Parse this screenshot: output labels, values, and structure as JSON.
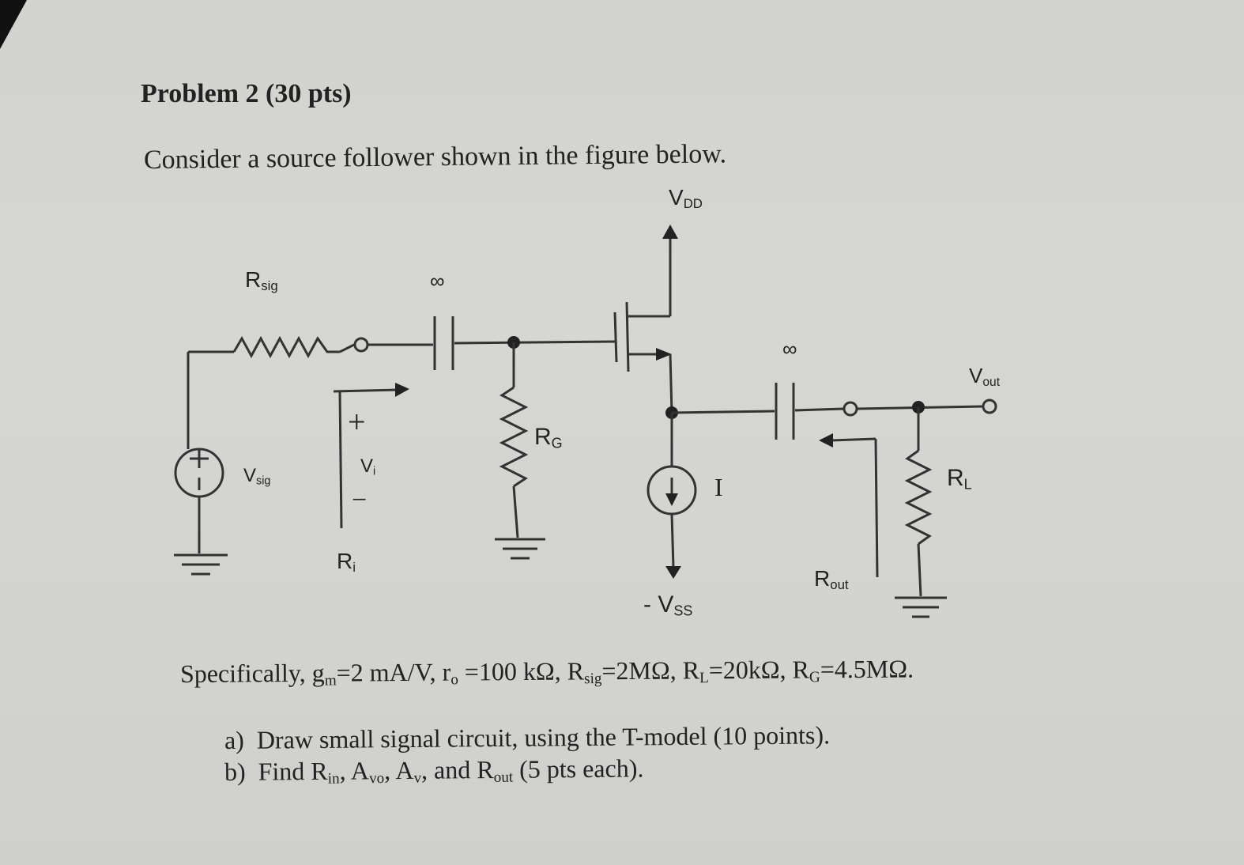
{
  "problem": {
    "title": "Problem 2 (30 pts)",
    "intro": "Consider a source follower shown in the figure below."
  },
  "circuit": {
    "vdd_label": {
      "main": "V",
      "sub": "DD"
    },
    "rsig_label": {
      "main": "R",
      "sub": "sig"
    },
    "vsig_label": {
      "main": "V",
      "sub": "sig"
    },
    "cap_in_label": "∞",
    "cap_out_label": "∞",
    "vi_plus": "+",
    "vi_minus": "−",
    "vi_label": {
      "main": "V",
      "sub": "i"
    },
    "ri_label": {
      "main": "R",
      "sub": "i"
    },
    "rg_label": {
      "main": "R",
      "sub": "G"
    },
    "current_label": "I",
    "vss_label": {
      "main": "- V",
      "sub": "SS"
    },
    "rout_label": {
      "main": "R",
      "sub": "out"
    },
    "rl_label": {
      "main": "R",
      "sub": "L"
    },
    "vout_label": {
      "main": "V",
      "sub": "out"
    }
  },
  "specs": {
    "lead": "Specifically, ",
    "gm": {
      "main": "g",
      "sub": "m",
      "value": "=2 mA/V, "
    },
    "ro": {
      "main": "r",
      "sub": "o",
      "value": " =100 kΩ, "
    },
    "rsig": {
      "main": "R",
      "sub": "sig",
      "value": "=2MΩ, "
    },
    "rl": {
      "main": "R",
      "sub": "L",
      "value": "=20kΩ, "
    },
    "rg": {
      "main": "R",
      "sub": "G",
      "value": "=4.5MΩ."
    }
  },
  "parts": {
    "a": {
      "marker": "a)",
      "text": "Draw small signal circuit, using the T-model (10 points)."
    },
    "b": {
      "marker": "b)",
      "t1": "Find R",
      "s1": "in",
      "t2": ", A",
      "s2": "vo",
      "t3": ", A",
      "s3": "v",
      "t4": ", and R",
      "s4": "out",
      "t5": " (5 pts each)."
    }
  }
}
